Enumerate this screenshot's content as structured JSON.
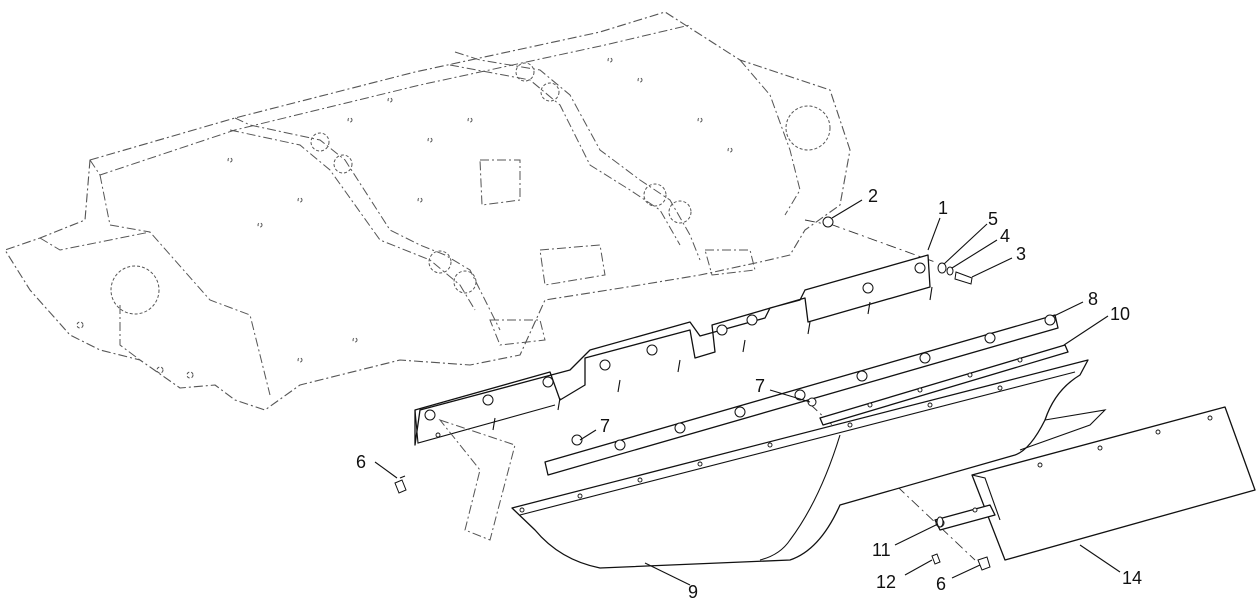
{
  "callouts": {
    "c1": "1",
    "c2": "2",
    "c3": "3",
    "c4": "4",
    "c5": "5",
    "c6a": "6",
    "c6b": "6",
    "c7a": "7",
    "c7b": "7",
    "c8": "8",
    "c9": "9",
    "c10": "10",
    "c11": "11",
    "c12": "12",
    "c14": "14"
  }
}
